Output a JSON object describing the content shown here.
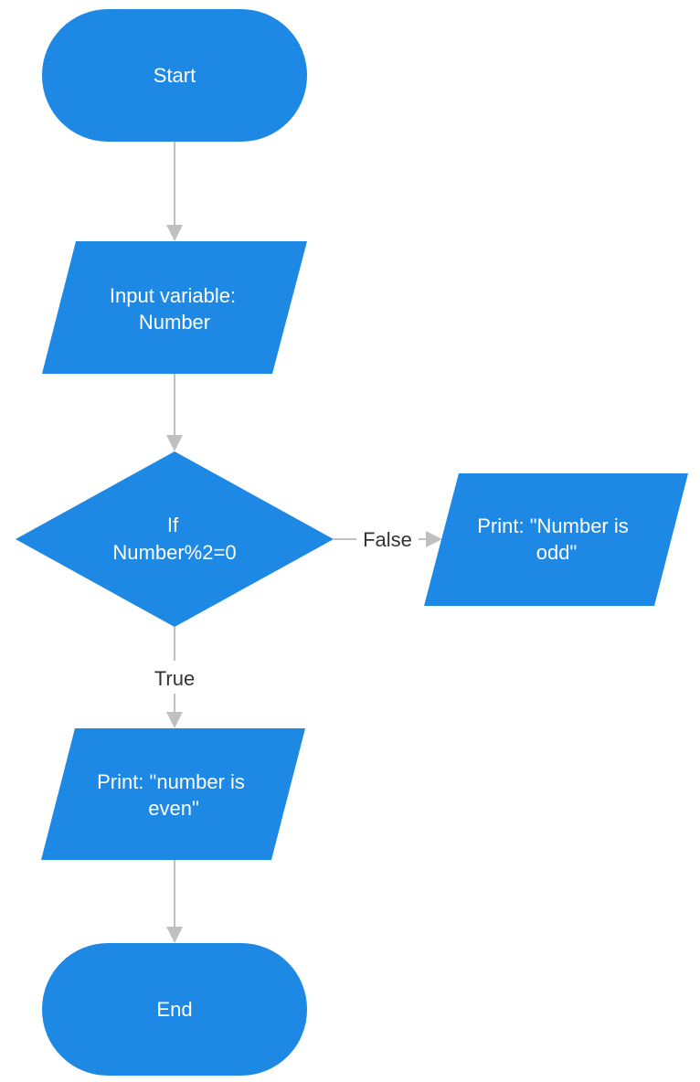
{
  "colors": {
    "node_fill": "#1e88e5",
    "node_text": "#ffffff",
    "connector": "#c0c0c0",
    "edge_label_text": "#333333",
    "background": "#ffffff"
  },
  "nodes": {
    "start": {
      "shape": "terminator",
      "lines": [
        "Start"
      ]
    },
    "input": {
      "shape": "data",
      "lines": [
        "Input variable:",
        "Number"
      ]
    },
    "decision": {
      "shape": "decision",
      "lines": [
        "If",
        "Number%2=0"
      ]
    },
    "print_odd": {
      "shape": "data",
      "lines": [
        "Print: \"Number is",
        "odd\""
      ]
    },
    "print_even": {
      "shape": "data",
      "lines": [
        "Print: \"number is",
        "even\""
      ]
    },
    "end": {
      "shape": "terminator",
      "lines": [
        "End"
      ]
    }
  },
  "edges": {
    "start_to_input": {
      "from": "Start",
      "to": "Input variable: Number",
      "label": ""
    },
    "input_to_decision": {
      "from": "Input variable: Number",
      "to": "If Number%2=0",
      "label": ""
    },
    "decision_false": {
      "from": "If Number%2=0",
      "to": "Print: \"Number is odd\"",
      "label": "False"
    },
    "decision_true": {
      "from": "If Number%2=0",
      "to": "Print: \"number is even\"",
      "label": "True"
    },
    "even_to_end": {
      "from": "Print: \"number is even\"",
      "to": "End",
      "label": ""
    }
  }
}
